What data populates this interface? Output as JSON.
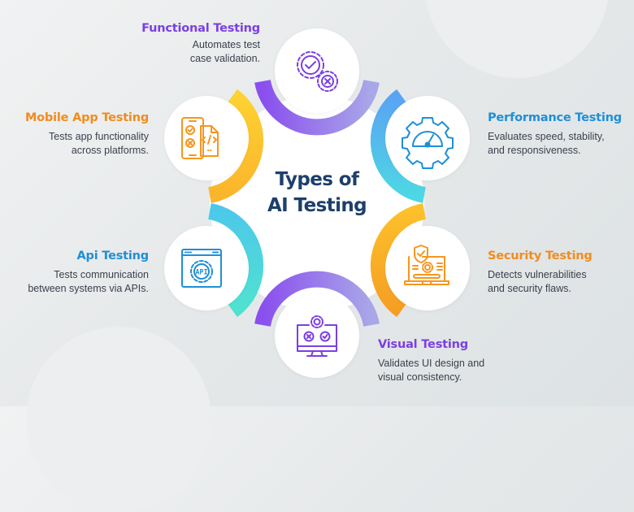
{
  "diagram": {
    "center_title_line1": "Types of",
    "center_title_line2": "AI Testing",
    "nodes": [
      {
        "id": "functional",
        "title": "Functional Testing",
        "desc_line1": "Automates test",
        "desc_line2": "case validation.",
        "color": "#7b3fe4",
        "arc_from": "#8a4fee",
        "arc_to": "#a7a4ea",
        "icon": "gears-check-x-icon"
      },
      {
        "id": "mobile",
        "title": "Mobile App Testing",
        "desc_line1": "Tests app functionality",
        "desc_line2": "across platforms.",
        "color": "#f28c1c",
        "arc_from": "#fdcf2f",
        "arc_to": "#fbb42c",
        "icon": "mobile-code-icon"
      },
      {
        "id": "performance",
        "title": "Performance Testing",
        "desc_line1": "Evaluates speed, stability,",
        "desc_line2": "and responsiveness.",
        "color": "#1f8fd6",
        "arc_from": "#58a6f2",
        "arc_to": "#4fd5e6",
        "icon": "gear-gauge-icon"
      },
      {
        "id": "api",
        "title": "Api Testing",
        "desc_line1": "Tests communication",
        "desc_line2": "between systems via APIs.",
        "color": "#1f8fd6",
        "arc_from": "#4ccfe8",
        "arc_to": "#4fe0d0",
        "icon": "api-gear-window-icon"
      },
      {
        "id": "security",
        "title": "Security Testing",
        "desc_line1": "Detects vulnerabilities",
        "desc_line2": "and security flaws.",
        "color": "#f28c1c",
        "arc_from": "#fbbd2a",
        "arc_to": "#f7a024",
        "icon": "laptop-shield-gear-icon"
      },
      {
        "id": "visual",
        "title": "Visual Testing",
        "desc_line1": "Validates UI design and",
        "desc_line2": "visual consistency.",
        "color": "#7b3fe4",
        "arc_from": "#8a4fee",
        "arc_to": "#a7a4ea",
        "icon": "monitor-gear-check-icon"
      }
    ],
    "colors": {
      "center_text": "#1d3f6b",
      "desc_text": "#3a3f4c",
      "purple": "#7b3fe4",
      "orange": "#f28c1c",
      "blue": "#1f8fd6"
    }
  }
}
